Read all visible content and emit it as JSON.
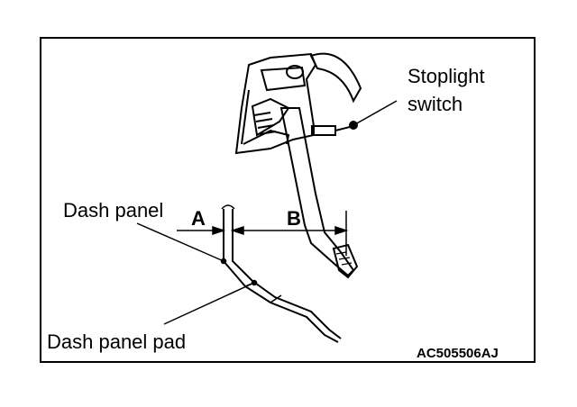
{
  "labels": {
    "stoplight_switch_line1": "Stoplight",
    "stoplight_switch_line2": "switch",
    "dash_panel": "Dash panel",
    "dash_panel_pad": "Dash panel pad",
    "dimension_a": "A",
    "dimension_b": "B",
    "figure_code": "AC505506AJ"
  },
  "colors": {
    "ink": "#000000",
    "background": "#ffffff"
  }
}
